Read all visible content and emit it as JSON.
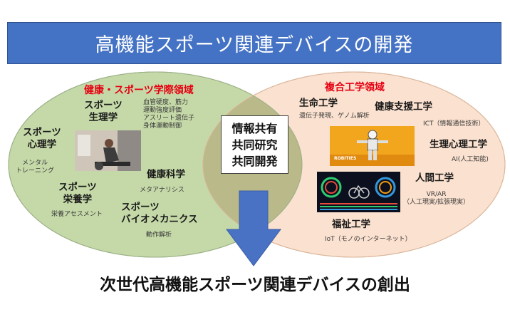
{
  "title": "高機能スポーツ関連デバイスの開発",
  "left_domain": {
    "heading": "健康・スポーツ学際領域",
    "items": {
      "physiology": [
        "スポーツ",
        "生理学"
      ],
      "physiology_topics": [
        "血管硬度、筋力",
        "運動強度評価",
        "アスリート遺伝子",
        "身体運動制御"
      ],
      "psychology": [
        "スポーツ",
        "心理学"
      ],
      "mental_training": [
        "メンタル",
        "トレーニング"
      ],
      "health_science": "健康科学",
      "meta_analysis": "メタアナリシス",
      "nutrition": [
        "スポーツ",
        "栄養学"
      ],
      "nutrition_assessment": "栄養アセスメント",
      "biomechanics": [
        "スポーツ",
        "バイオメカニクス"
      ],
      "motion_analysis": "動作解析"
    }
  },
  "right_domain": {
    "heading": "複合工学領域",
    "items": {
      "life_eng": "生命工学",
      "life_eng_topics": "遺伝子発現、ゲノム解析",
      "health_support": "健康支援工学",
      "ict": "ICT（情報通信技術）",
      "psychophysiology": "生理心理工学",
      "ai": "AI(人工知能)",
      "human_eng": "人間工学",
      "vr_ar": [
        "VR/AR",
        "（人工現実/拡張現実）"
      ],
      "welfare_eng": "福祉工学",
      "iot": "IoT（モノのインターネット）"
    }
  },
  "center": [
    "情報共有",
    "共同研究",
    "共同開発"
  ],
  "outcome": "次世代高機能スポーツ関連デバイスの創出",
  "robot_photo_label": "ROBITIES",
  "colors": {
    "banner": "#4472c4",
    "left_fill": "#c5d9a8",
    "right_fill": "#fbe1cf",
    "overlap_fill": "#b9b98a",
    "arrow": "#4a72c4",
    "heading_red": "#e60012"
  }
}
